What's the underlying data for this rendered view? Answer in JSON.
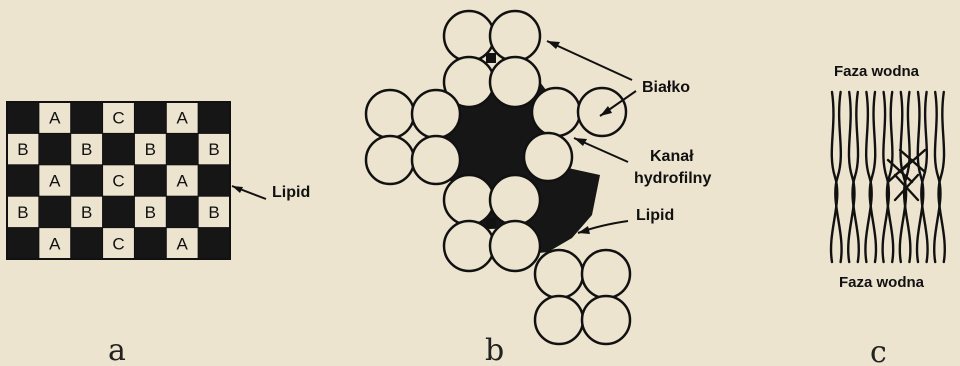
{
  "panels": {
    "a": {
      "caption": "a",
      "lipid_label": "Lipid",
      "grid_rows": [
        [
          "",
          "A",
          "",
          "C",
          "",
          "A",
          ""
        ],
        [
          "B",
          "",
          "B",
          "",
          "B",
          "",
          "B"
        ],
        [
          "",
          "A",
          "",
          "C",
          "",
          "A",
          ""
        ],
        [
          "B",
          "",
          "B",
          "",
          "B",
          "",
          "B"
        ],
        [
          "",
          "A",
          "",
          "C",
          "",
          "A",
          ""
        ]
      ]
    },
    "b": {
      "caption": "b",
      "protein_label": "Białko",
      "channel_label_line1": "Kanał",
      "channel_label_line2": "hydrofilny",
      "lipid_label": "Lipid"
    },
    "c": {
      "caption": "c",
      "top_label": "Faza wodna",
      "bottom_label": "Faza wodna"
    }
  },
  "colors": {
    "background": "#ede4cf",
    "ink": "#111111",
    "light_cell": "#ede4cf",
    "dark_cell": "#161616"
  }
}
